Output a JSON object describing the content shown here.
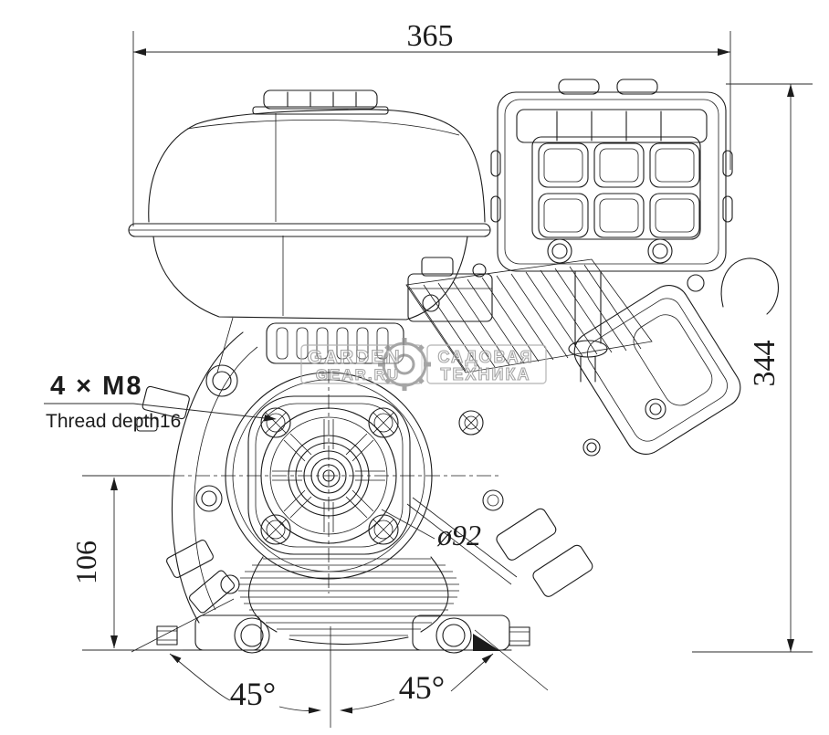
{
  "annotations": {
    "top_width": "365",
    "right_height": "344",
    "left_height": "106",
    "shaft_diameter": "ø92",
    "mount_holes": "4 × M8",
    "mount_holes_note": "Thread depth16",
    "angle_left": "45°",
    "angle_right": "45°"
  },
  "watermark": {
    "brand_line1": "GARDEN",
    "brand_line2": "GEAR.RU",
    "tagline_line1": "САДОВАЯ",
    "tagline_line2": "ТЕХНИКА",
    "logo_icon": "gear-icon"
  },
  "colors": {
    "line": "#1c1c1c",
    "background": "#ffffff",
    "watermark": "#8f8f8f"
  }
}
